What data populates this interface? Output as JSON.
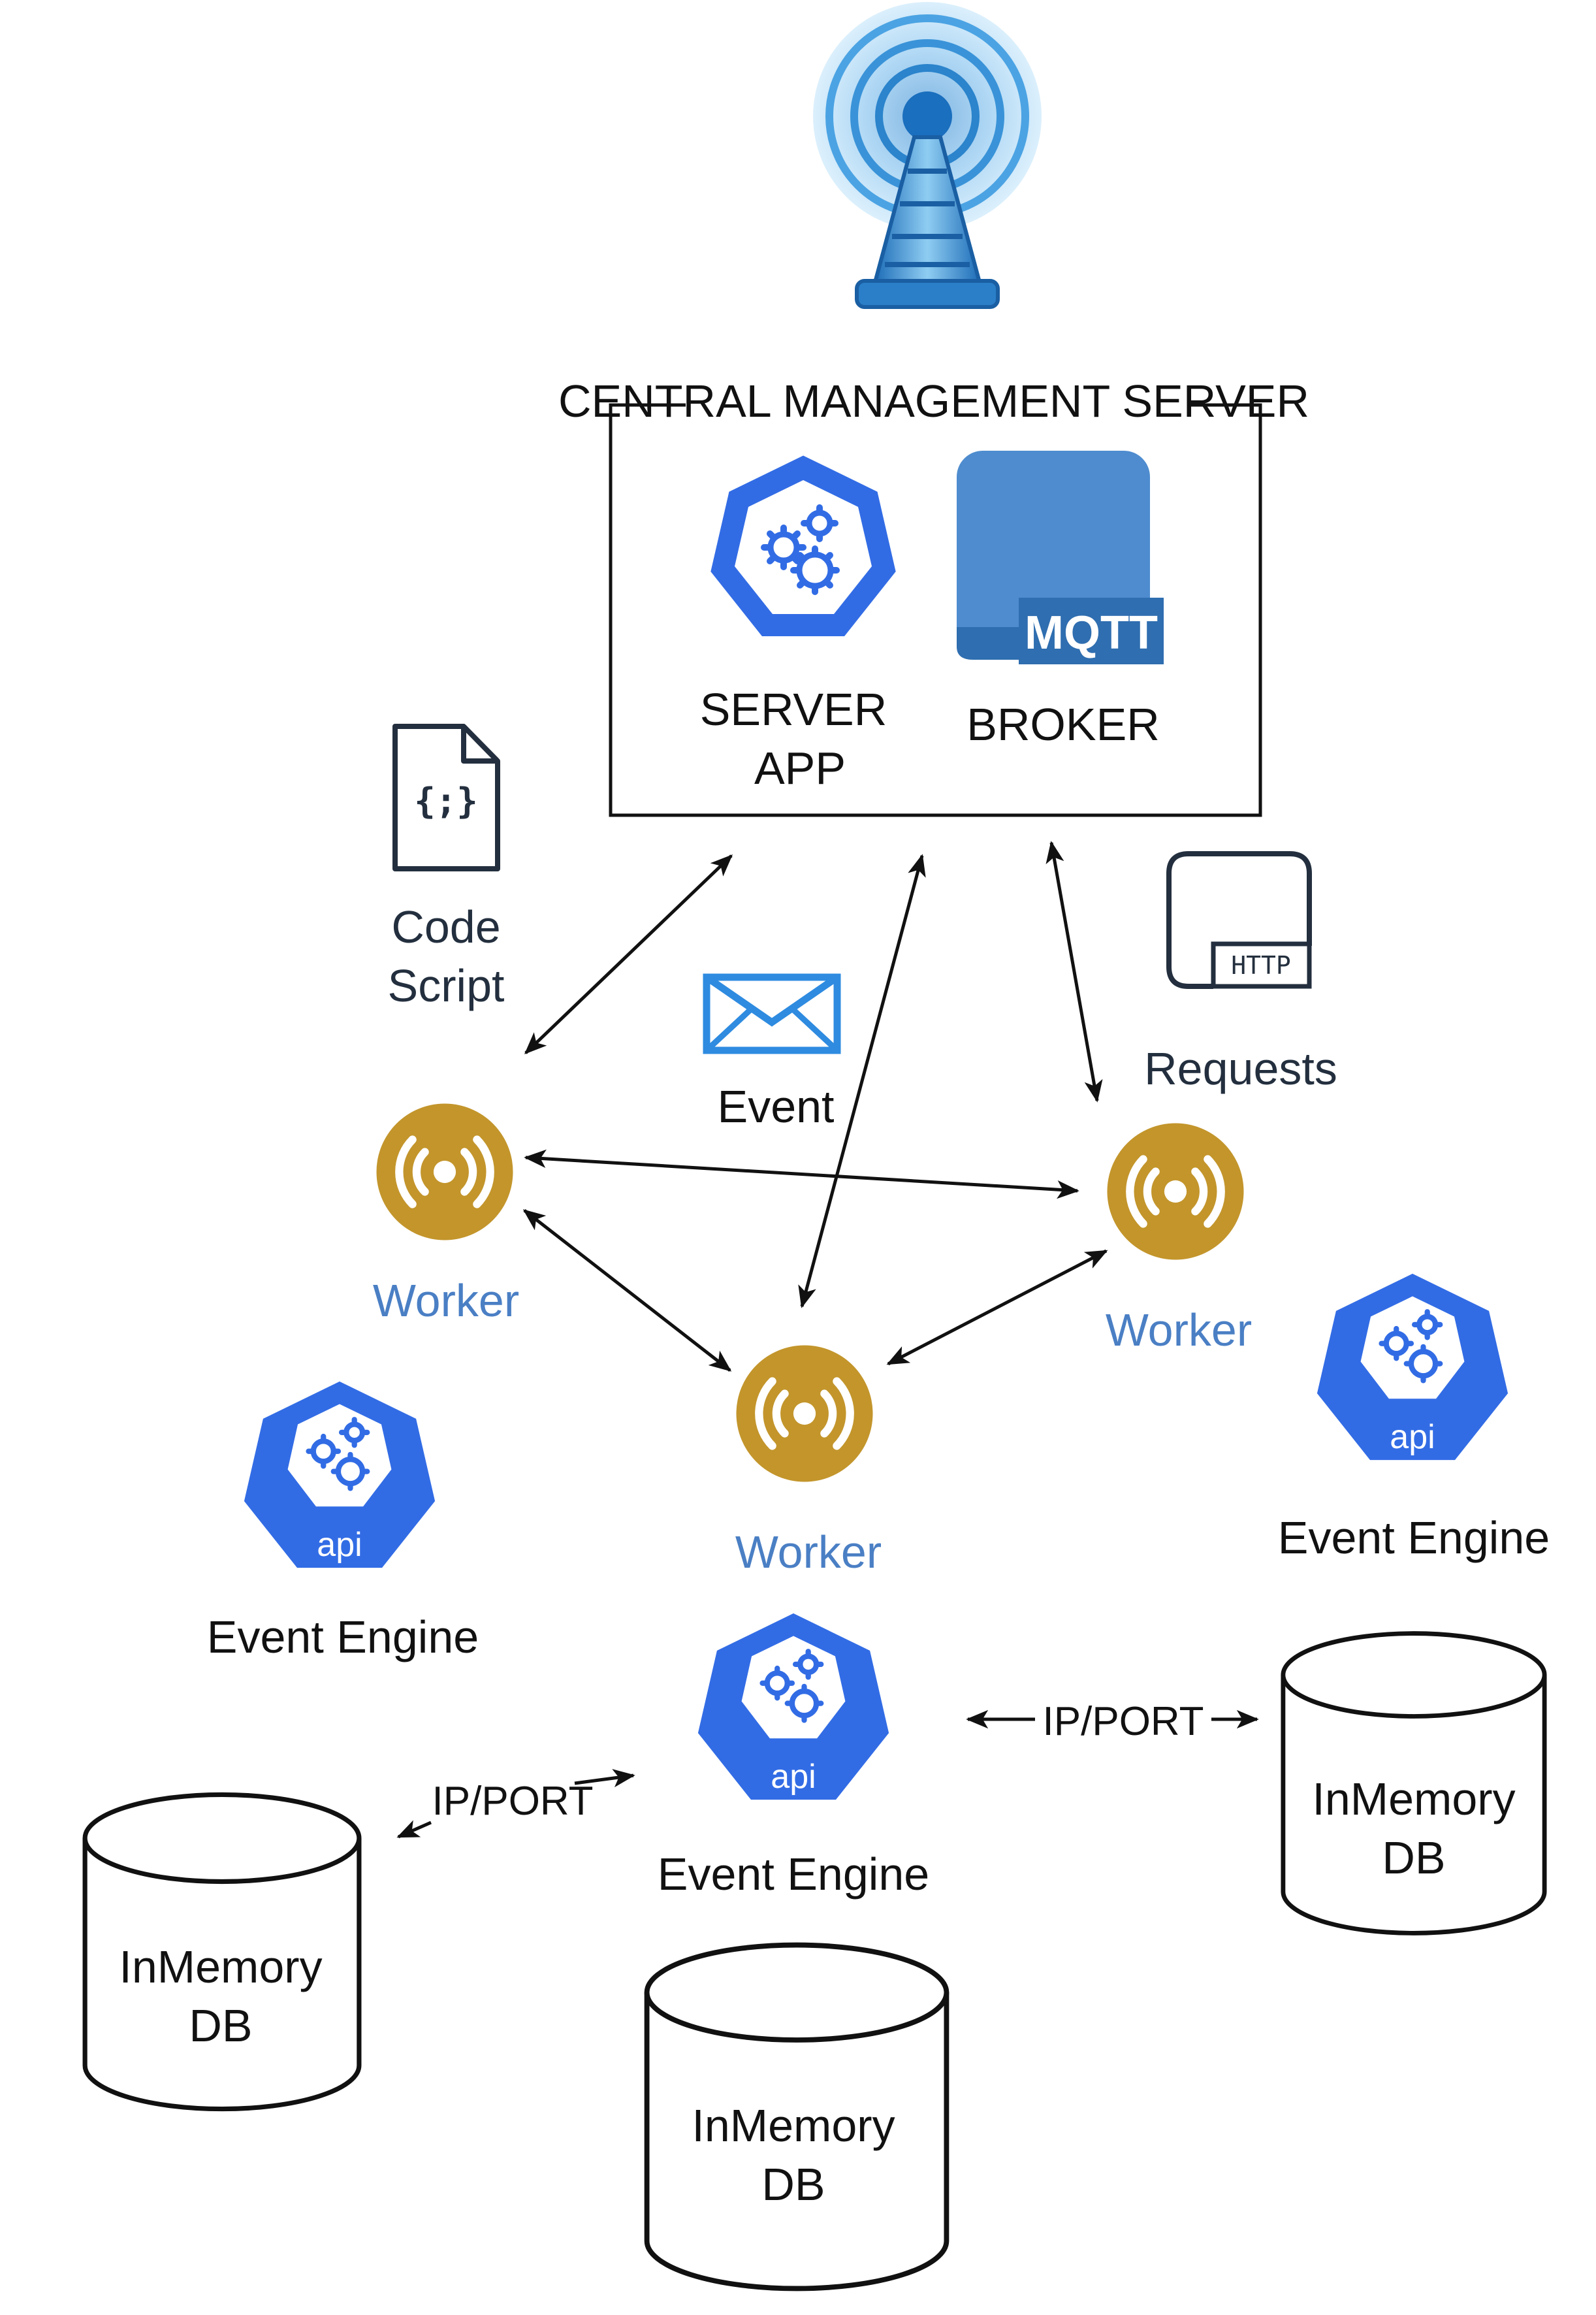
{
  "server": {
    "title": "CENTRAL MANAGEMENT SERVER",
    "app_label_line1": "SERVER",
    "app_label_line2": "APP",
    "broker_label": "BROKER",
    "mqtt_text": "MQTT"
  },
  "annotations": {
    "code_script_line1": "Code",
    "code_script_line2": "Script",
    "event": "Event",
    "requests": "Requests",
    "http_text": "HTTP",
    "code_icon_text": "{;}"
  },
  "workers": {
    "left": "Worker",
    "right": "Worker",
    "bottom": "Worker"
  },
  "engines": {
    "left": "Event Engine",
    "right": "Event Engine",
    "center": "Event Engine",
    "api_text": "api"
  },
  "databases": {
    "line1": "InMemory",
    "line2": "DB"
  },
  "links": {
    "ip_port": "IP/PORT"
  },
  "colors": {
    "k8s_blue": "#326CE5",
    "worker_gold": "#C3952B",
    "worker_label": "#4A7FC4",
    "mqtt_blue": "#4E8CCF",
    "mail_blue": "#2E8BE0",
    "ink": "#111111"
  },
  "icons": {
    "tower": "radio-tower-icon",
    "app": "kubernetes-icon",
    "broker": "mqtt-broker-icon",
    "script": "code-file-icon",
    "mail": "envelope-icon",
    "http": "http-request-icon",
    "worker": "worker-signal-icon",
    "engine": "kubernetes-api-icon",
    "db": "database-cylinder-icon"
  }
}
